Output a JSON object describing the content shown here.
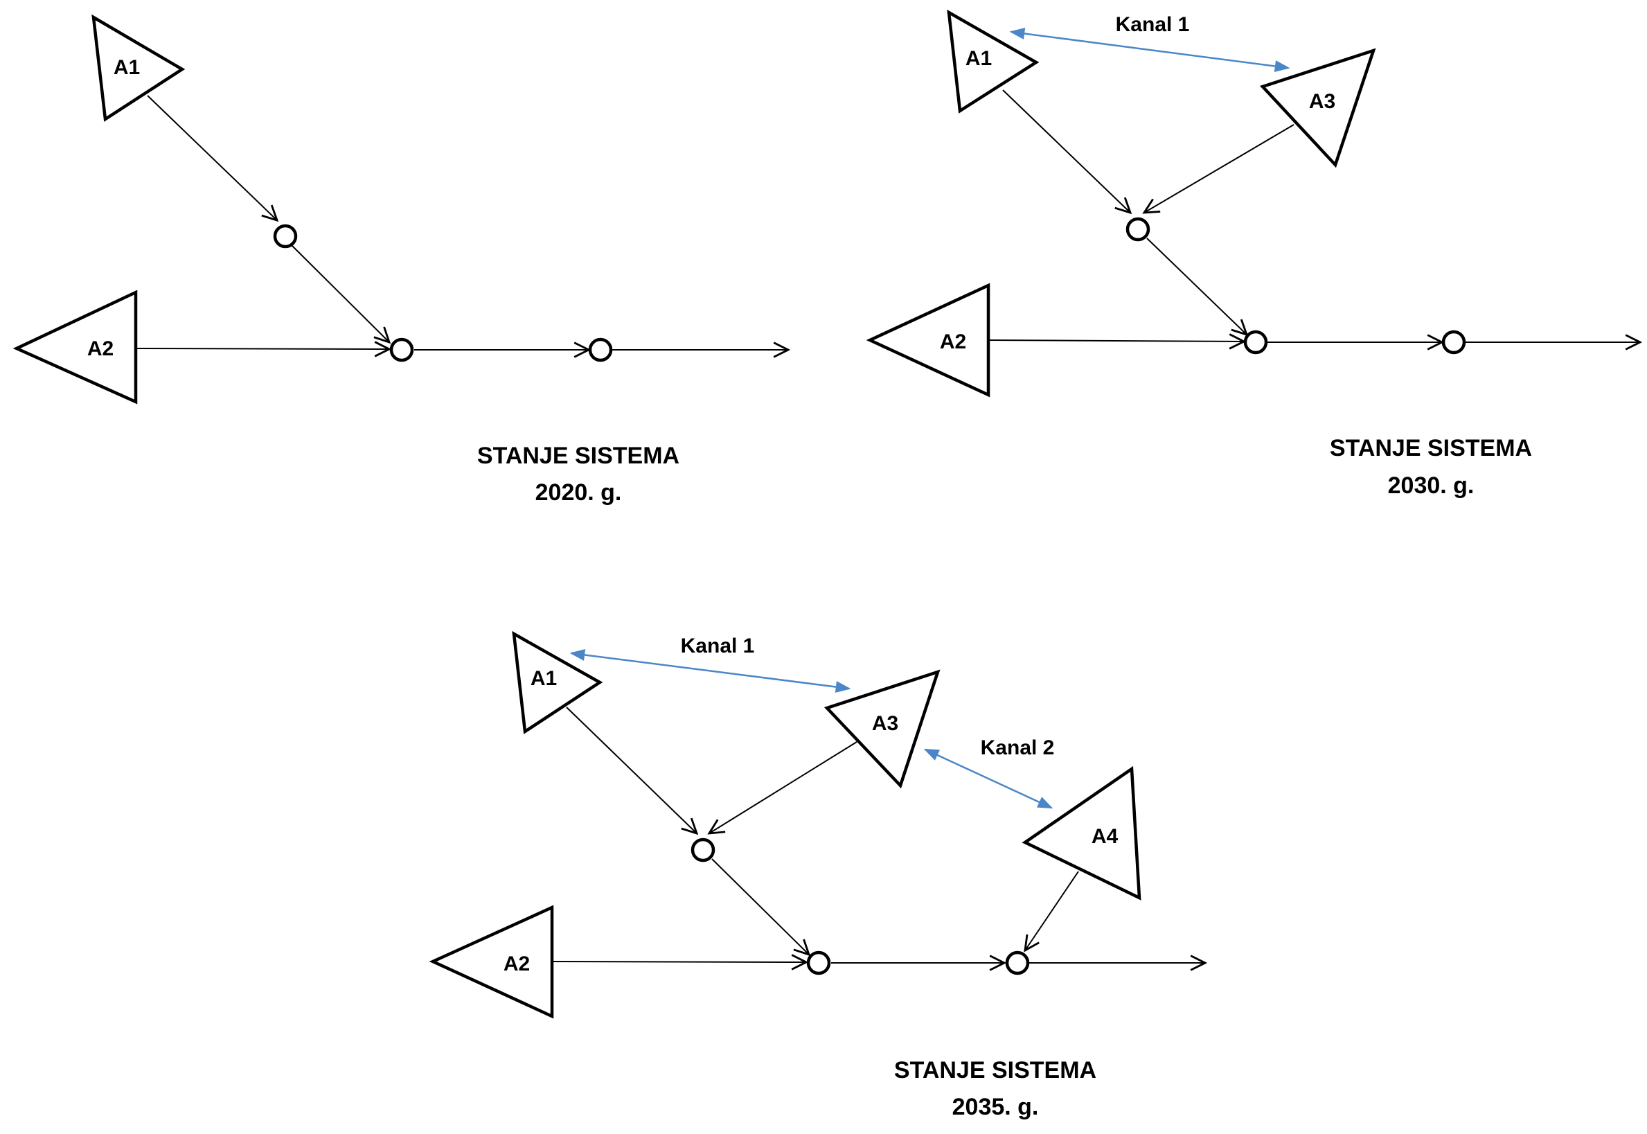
{
  "panel_2020": {
    "nodes": {
      "a1": "A1",
      "a2": "A2"
    },
    "caption": {
      "line1": "STANJE SISTEMA",
      "line2": "2020. g."
    }
  },
  "panel_2030": {
    "nodes": {
      "a1": "A1",
      "a2": "A2",
      "a3": "A3"
    },
    "channels": {
      "kanal1": "Kanal 1"
    },
    "caption": {
      "line1": "STANJE SISTEMA",
      "line2": "2030. g."
    }
  },
  "panel_2035": {
    "nodes": {
      "a1": "A1",
      "a2": "A2",
      "a3": "A3",
      "a4": "A4"
    },
    "channels": {
      "kanal1": "Kanal 1",
      "kanal2": "Kanal 2"
    },
    "caption": {
      "line1": "STANJE SISTEMA",
      "line2": "2035. g."
    }
  },
  "colors": {
    "line": "#000000",
    "channel": "#4a86c8",
    "background": "#ffffff"
  }
}
